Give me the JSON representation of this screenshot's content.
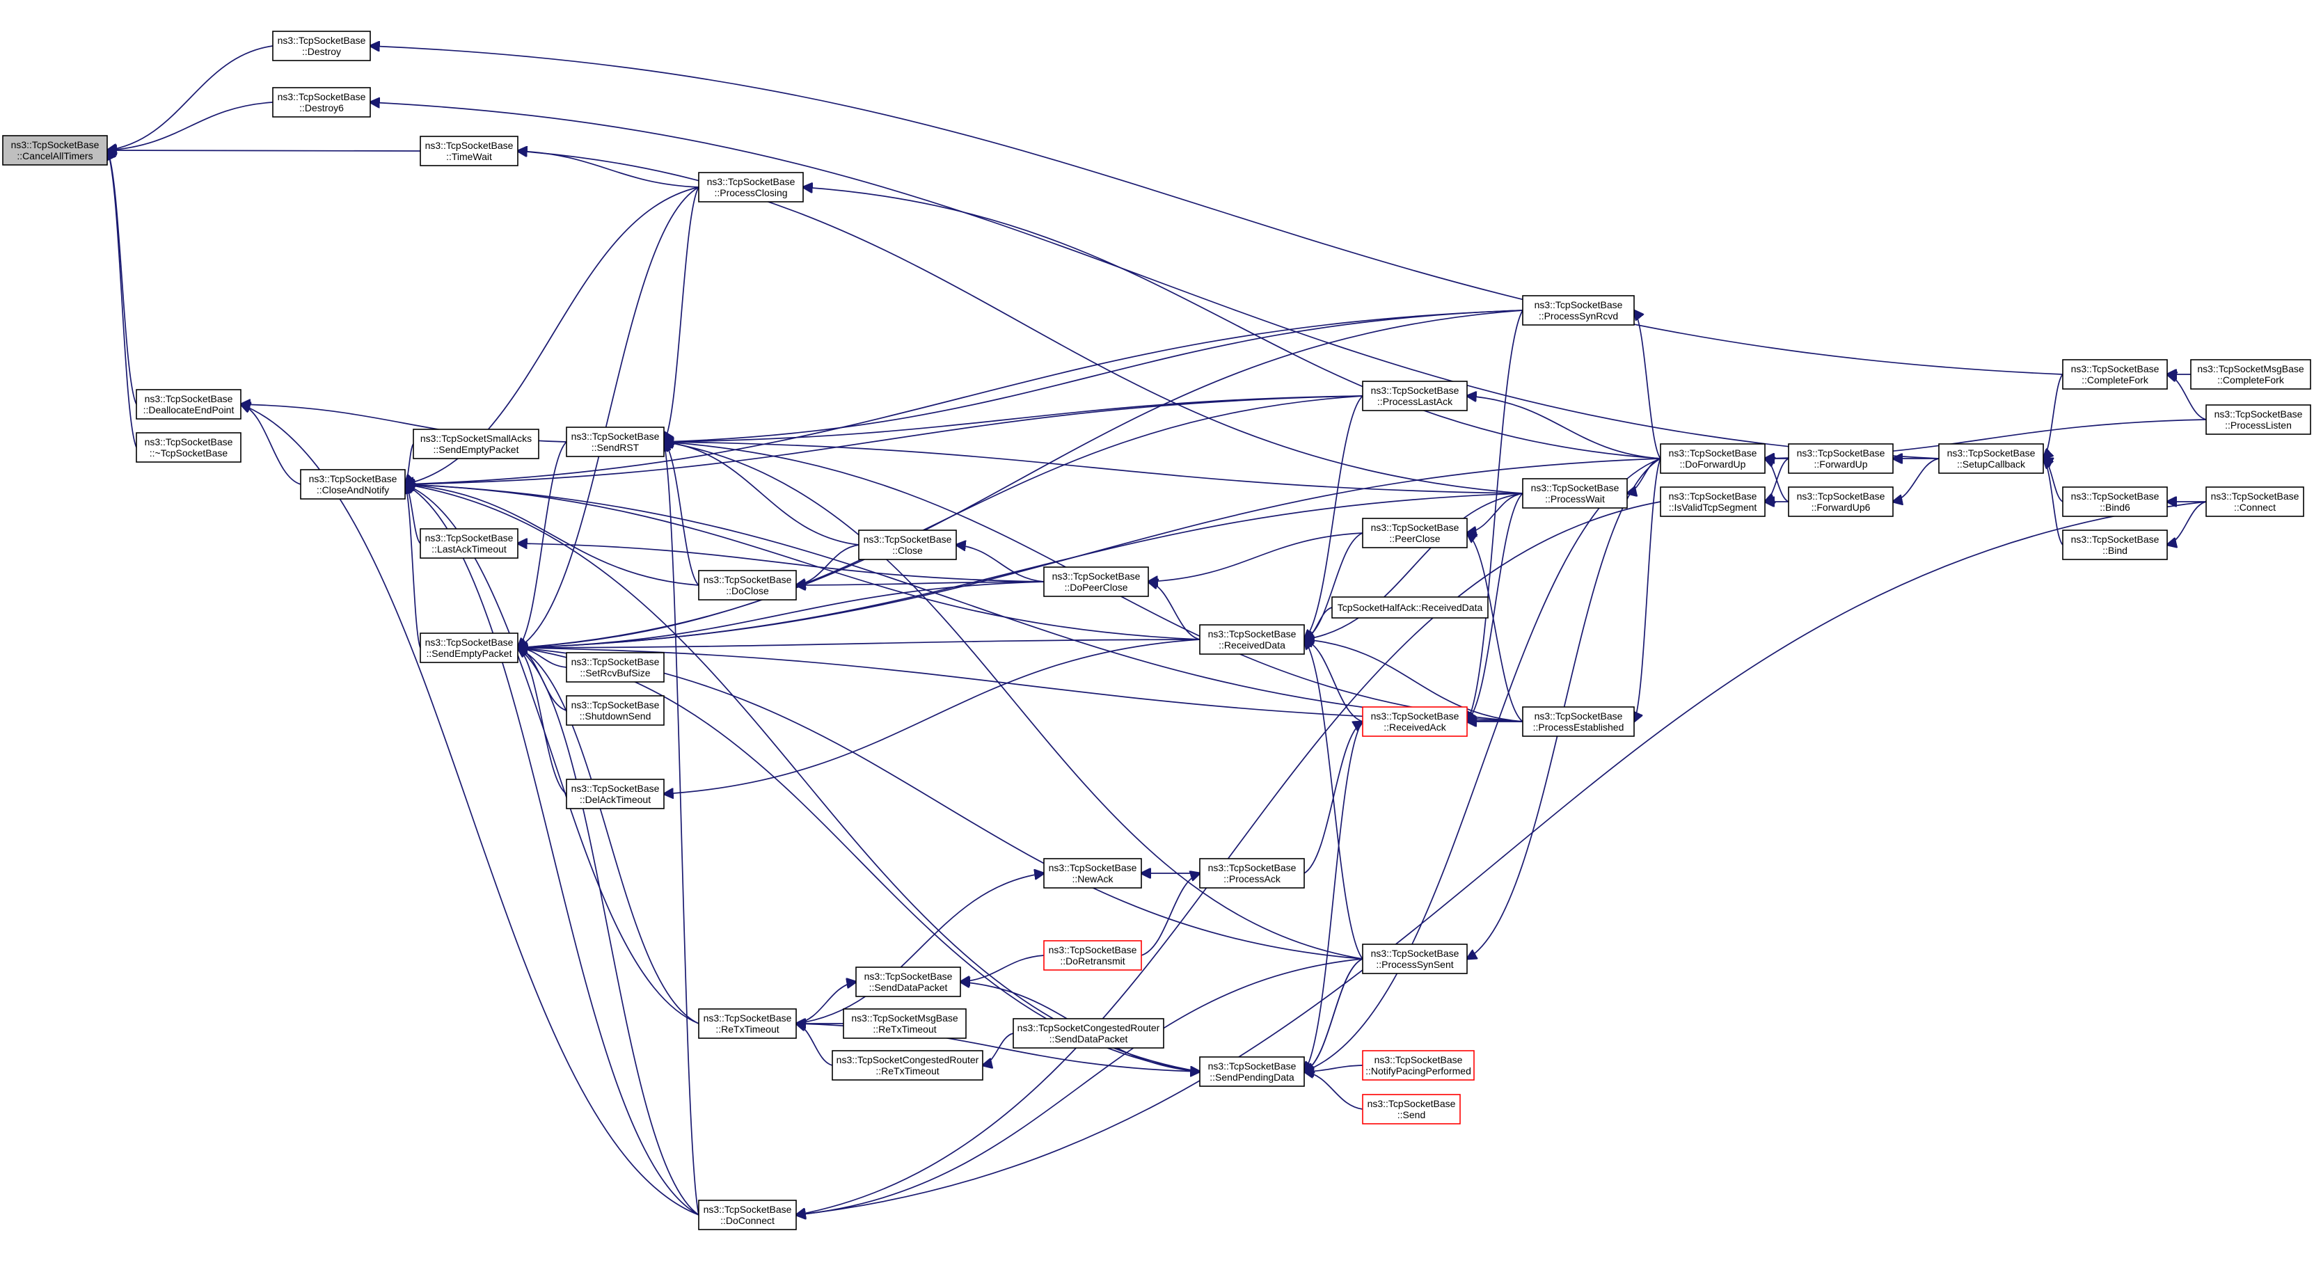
{
  "colors": {
    "edge": "#191970",
    "root_fill": "#bfbfbf",
    "truncated_border": "#ff0000"
  },
  "nodes": [
    {
      "id": "CancelAllTimers",
      "lines": [
        "ns3::TcpSocketBase",
        "::CancelAllTimers"
      ],
      "root": true
    },
    {
      "id": "Destroy",
      "lines": [
        "ns3::TcpSocketBase",
        "::Destroy"
      ]
    },
    {
      "id": "Destroy6",
      "lines": [
        "ns3::TcpSocketBase",
        "::Destroy6"
      ]
    },
    {
      "id": "TimeWait",
      "lines": [
        "ns3::TcpSocketBase",
        "::TimeWait"
      ]
    },
    {
      "id": "DeallocateEndPoint",
      "lines": [
        "ns3::TcpSocketBase",
        "::DeallocateEndPoint"
      ]
    },
    {
      "id": "Dtor",
      "lines": [
        "ns3::TcpSocketBase",
        "::~TcpSocketBase"
      ]
    },
    {
      "id": "CloseAndNotify",
      "lines": [
        "ns3::TcpSocketBase",
        "::CloseAndNotify"
      ]
    },
    {
      "id": "ProcessClosing",
      "lines": [
        "ns3::TcpSocketBase",
        "::ProcessClosing"
      ]
    },
    {
      "id": "SendRST",
      "lines": [
        "ns3::TcpSocketBase",
        "::SendRST"
      ]
    },
    {
      "id": "SmallAcksSendEmpty",
      "lines": [
        "ns3::TcpSocketSmallAcks",
        "::SendEmptyPacket"
      ]
    },
    {
      "id": "LastAckTimeout",
      "lines": [
        "ns3::TcpSocketBase",
        "::LastAckTimeout"
      ]
    },
    {
      "id": "DoClose",
      "lines": [
        "ns3::TcpSocketBase",
        "::DoClose"
      ]
    },
    {
      "id": "SendEmptyPacket",
      "lines": [
        "ns3::TcpSocketBase",
        "::SendEmptyPacket"
      ]
    },
    {
      "id": "SetRcvBufSize",
      "lines": [
        "ns3::TcpSocketBase",
        "::SetRcvBufSize"
      ]
    },
    {
      "id": "ShutdownSend",
      "lines": [
        "ns3::TcpSocketBase",
        "::ShutdownSend"
      ]
    },
    {
      "id": "DelAckTimeout",
      "lines": [
        "ns3::TcpSocketBase",
        "::DelAckTimeout"
      ]
    },
    {
      "id": "Close",
      "lines": [
        "ns3::TcpSocketBase",
        "::Close"
      ]
    },
    {
      "id": "DoPeerClose",
      "lines": [
        "ns3::TcpSocketBase",
        "::DoPeerClose"
      ]
    },
    {
      "id": "ReceivedData",
      "lines": [
        "ns3::TcpSocketBase",
        "::ReceivedData"
      ]
    },
    {
      "id": "HalfAckReceivedData",
      "lines": [
        "TcpSocketHalfAck::ReceivedData"
      ]
    },
    {
      "id": "PeerClose",
      "lines": [
        "ns3::TcpSocketBase",
        "::PeerClose"
      ]
    },
    {
      "id": "ReceivedAck",
      "lines": [
        "ns3::TcpSocketBase",
        "::ReceivedAck"
      ],
      "red": true
    },
    {
      "id": "ProcessEstablished",
      "lines": [
        "ns3::TcpSocketBase",
        "::ProcessEstablished"
      ]
    },
    {
      "id": "ProcessSynRcvd",
      "lines": [
        "ns3::TcpSocketBase",
        "::ProcessSynRcvd"
      ]
    },
    {
      "id": "ProcessLastAck",
      "lines": [
        "ns3::TcpSocketBase",
        "::ProcessLastAck"
      ]
    },
    {
      "id": "ProcessWait",
      "lines": [
        "ns3::TcpSocketBase",
        "::ProcessWait"
      ]
    },
    {
      "id": "DoForwardUp",
      "lines": [
        "ns3::TcpSocketBase",
        "::DoForwardUp"
      ]
    },
    {
      "id": "IsValidTcpSegment",
      "lines": [
        "ns3::TcpSocketBase",
        "::IsValidTcpSegment"
      ]
    },
    {
      "id": "ForwardUp",
      "lines": [
        "ns3::TcpSocketBase",
        "::ForwardUp"
      ]
    },
    {
      "id": "ForwardUp6",
      "lines": [
        "ns3::TcpSocketBase",
        "::ForwardUp6"
      ]
    },
    {
      "id": "SetupCallback",
      "lines": [
        "ns3::TcpSocketBase",
        "::SetupCallback"
      ]
    },
    {
      "id": "CompleteFork",
      "lines": [
        "ns3::TcpSocketBase",
        "::CompleteFork"
      ]
    },
    {
      "id": "MsgCompleteFork",
      "lines": [
        "ns3::TcpSocketMsgBase",
        "::CompleteFork"
      ]
    },
    {
      "id": "ProcessListen",
      "lines": [
        "ns3::TcpSocketBase",
        "::ProcessListen"
      ]
    },
    {
      "id": "Bind6",
      "lines": [
        "ns3::TcpSocketBase",
        "::Bind6"
      ]
    },
    {
      "id": "Bind",
      "lines": [
        "ns3::TcpSocketBase",
        "::Bind"
      ]
    },
    {
      "id": "Connect",
      "lines": [
        "ns3::TcpSocketBase",
        "::Connect"
      ]
    },
    {
      "id": "NewAck",
      "lines": [
        "ns3::TcpSocketBase",
        "::NewAck"
      ]
    },
    {
      "id": "ProcessAck",
      "lines": [
        "ns3::TcpSocketBase",
        "::ProcessAck"
      ]
    },
    {
      "id": "DoRetransmit",
      "lines": [
        "ns3::TcpSocketBase",
        "::DoRetransmit"
      ],
      "red": true
    },
    {
      "id": "SendDataPacket",
      "lines": [
        "ns3::TcpSocketBase",
        "::SendDataPacket"
      ]
    },
    {
      "id": "ProcessSynSent",
      "lines": [
        "ns3::TcpSocketBase",
        "::ProcessSynSent"
      ]
    },
    {
      "id": "ReTxTimeout",
      "lines": [
        "ns3::TcpSocketBase",
        "::ReTxTimeout"
      ]
    },
    {
      "id": "MsgReTxTimeout",
      "lines": [
        "ns3::TcpSocketMsgBase",
        "::ReTxTimeout"
      ]
    },
    {
      "id": "CongReTxTimeout",
      "lines": [
        "ns3::TcpSocketCongestedRouter",
        "::ReTxTimeout"
      ]
    },
    {
      "id": "CongSendDataPacket",
      "lines": [
        "ns3::TcpSocketCongestedRouter",
        "::SendDataPacket"
      ]
    },
    {
      "id": "SendPendingData",
      "lines": [
        "ns3::TcpSocketBase",
        "::SendPendingData"
      ]
    },
    {
      "id": "NotifyPacingPerformed",
      "lines": [
        "ns3::TcpSocketBase",
        "::NotifyPacingPerformed"
      ],
      "red": true
    },
    {
      "id": "Send",
      "lines": [
        "ns3::TcpSocketBase",
        "::Send"
      ],
      "red": true
    },
    {
      "id": "DoConnect",
      "lines": [
        "ns3::TcpSocketBase",
        "::DoConnect"
      ]
    }
  ],
  "edges": [
    [
      "Destroy",
      "CancelAllTimers"
    ],
    [
      "Destroy6",
      "CancelAllTimers"
    ],
    [
      "TimeWait",
      "CancelAllTimers"
    ],
    [
      "DeallocateEndPoint",
      "CancelAllTimers"
    ],
    [
      "Dtor",
      "CancelAllTimers"
    ],
    [
      "CompleteFork",
      "Destroy"
    ],
    [
      "SetupCallback",
      "Destroy6"
    ],
    [
      "ProcessClosing",
      "TimeWait"
    ],
    [
      "ProcessWait",
      "TimeWait"
    ],
    [
      "CloseAndNotify",
      "DeallocateEndPoint"
    ],
    [
      "SendRST",
      "DeallocateEndPoint"
    ],
    [
      "DoConnect",
      "DeallocateEndPoint"
    ],
    [
      "SmallAcksSendEmpty",
      "CloseAndNotify"
    ],
    [
      "LastAckTimeout",
      "CloseAndNotify"
    ],
    [
      "SendEmptyPacket",
      "CloseAndNotify"
    ],
    [
      "DoClose",
      "CloseAndNotify"
    ],
    [
      "ProcessClosing",
      "CloseAndNotify"
    ],
    [
      "ProcessLastAck",
      "CloseAndNotify"
    ],
    [
      "ProcessSynRcvd",
      "CloseAndNotify"
    ],
    [
      "ReceivedData",
      "CloseAndNotify"
    ],
    [
      "ProcessEstablished",
      "CloseAndNotify"
    ],
    [
      "ReTxTimeout",
      "CloseAndNotify"
    ],
    [
      "DoConnect",
      "CloseAndNotify"
    ],
    [
      "SendPendingData",
      "CloseAndNotify"
    ],
    [
      "DoForwardUp",
      "ProcessClosing"
    ],
    [
      "DoClose",
      "SendRST"
    ],
    [
      "Close",
      "SendRST"
    ],
    [
      "ProcessLastAck",
      "SendRST"
    ],
    [
      "ProcessWait",
      "SendRST"
    ],
    [
      "ProcessSynRcvd",
      "SendRST"
    ],
    [
      "ProcessEstablished",
      "SendRST"
    ],
    [
      "ProcessSynSent",
      "SendRST"
    ],
    [
      "ProcessClosing",
      "SendRST"
    ],
    [
      "DoConnect",
      "SendRST"
    ],
    [
      "DoPeerClose",
      "LastAckTimeout"
    ],
    [
      "Close",
      "DoClose"
    ],
    [
      "DoPeerClose",
      "DoClose"
    ],
    [
      "SetRcvBufSize",
      "SendEmptyPacket"
    ],
    [
      "ShutdownSend",
      "SendEmptyPacket"
    ],
    [
      "DelAckTimeout",
      "SendEmptyPacket"
    ],
    [
      "SendRST",
      "SendEmptyPacket"
    ],
    [
      "DoPeerClose",
      "SendEmptyPacket"
    ],
    [
      "ProcessClosing",
      "SendEmptyPacket"
    ],
    [
      "ProcessLastAck",
      "SendEmptyPacket"
    ],
    [
      "ProcessSynRcvd",
      "SendEmptyPacket"
    ],
    [
      "ProcessWait",
      "SendEmptyPacket"
    ],
    [
      "ReceivedData",
      "SendEmptyPacket"
    ],
    [
      "ProcessEstablished",
      "SendEmptyPacket"
    ],
    [
      "ProcessSynSent",
      "SendEmptyPacket"
    ],
    [
      "ReTxTimeout",
      "SendEmptyPacket"
    ],
    [
      "DoConnect",
      "SendEmptyPacket"
    ],
    [
      "DoForwardUp",
      "SendEmptyPacket"
    ],
    [
      "SendPendingData",
      "SendEmptyPacket"
    ],
    [
      "ReceivedData",
      "DelAckTimeout"
    ],
    [
      "DoPeerClose",
      "Close"
    ],
    [
      "PeerClose",
      "DoPeerClose"
    ],
    [
      "ReceivedData",
      "DoPeerClose"
    ],
    [
      "HalfAckReceivedData",
      "ReceivedData"
    ],
    [
      "ReceivedAck",
      "ReceivedData"
    ],
    [
      "ProcessEstablished",
      "ReceivedData"
    ],
    [
      "PeerClose",
      "ReceivedData"
    ],
    [
      "ProcessWait",
      "ReceivedData"
    ],
    [
      "ProcessLastAck",
      "ReceivedData"
    ],
    [
      "ProcessEstablished",
      "PeerClose"
    ],
    [
      "ProcessWait",
      "PeerClose"
    ],
    [
      "ProcessEstablished",
      "ReceivedAck"
    ],
    [
      "ProcessWait",
      "ReceivedAck"
    ],
    [
      "ProcessSynRcvd",
      "ReceivedAck"
    ],
    [
      "DoForwardUp",
      "ProcessEstablished"
    ],
    [
      "DoForwardUp",
      "ProcessSynRcvd"
    ],
    [
      "DoForwardUp",
      "ProcessLastAck"
    ],
    [
      "DoForwardUp",
      "ProcessWait"
    ],
    [
      "DoForwardUp",
      "ProcessSynSent"
    ],
    [
      "ForwardUp",
      "DoForwardUp"
    ],
    [
      "ForwardUp6",
      "DoForwardUp"
    ],
    [
      "ProcessListen",
      "DoForwardUp"
    ],
    [
      "ForwardUp",
      "IsValidTcpSegment"
    ],
    [
      "ForwardUp6",
      "IsValidTcpSegment"
    ],
    [
      "SetupCallback",
      "ForwardUp"
    ],
    [
      "SetupCallback",
      "ForwardUp6"
    ],
    [
      "CompleteFork",
      "SetupCallback"
    ],
    [
      "Bind6",
      "SetupCallback"
    ],
    [
      "Bind",
      "SetupCallback"
    ],
    [
      "MsgCompleteFork",
      "CompleteFork"
    ],
    [
      "ProcessListen",
      "CompleteFork"
    ],
    [
      "Connect",
      "Bind6"
    ],
    [
      "Connect",
      "Bind"
    ],
    [
      "Connect",
      "DoConnect"
    ],
    [
      "ProcessAck",
      "NewAck"
    ],
    [
      "ReTxTimeout",
      "NewAck"
    ],
    [
      "DoRetransmit",
      "ProcessAck"
    ],
    [
      "ProcessAck",
      "ReceivedAck"
    ],
    [
      "SendPendingData",
      "SendDataPacket"
    ],
    [
      "DoRetransmit",
      "SendDataPacket"
    ],
    [
      "ReTxTimeout",
      "SendDataPacket"
    ],
    [
      "MsgReTxTimeout",
      "ReTxTimeout"
    ],
    [
      "CongReTxTimeout",
      "ReTxTimeout"
    ],
    [
      "CongSendDataPacket",
      "CongReTxTimeout"
    ],
    [
      "NotifyPacingPerformed",
      "SendPendingData"
    ],
    [
      "Send",
      "SendPendingData"
    ],
    [
      "ReceivedAck",
      "SendPendingData"
    ],
    [
      "ProcessSynSent",
      "SendPendingData"
    ],
    [
      "DoForwardUp",
      "SendPendingData"
    ],
    [
      "ReTxTimeout",
      "SendPendingData"
    ],
    [
      "ProcessSynSent",
      "ReceivedData"
    ],
    [
      "ProcessSynSent",
      "SendPendingData"
    ],
    [
      "ProcessSynSent",
      "DoConnect"
    ],
    [
      "IsValidTcpSegment",
      "DoConnect"
    ]
  ]
}
